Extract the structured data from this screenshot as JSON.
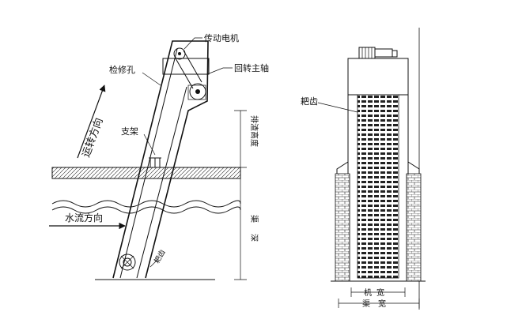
{
  "labels": {
    "drive_motor": "传动电机",
    "main_shaft": "回转主轴",
    "inspection_hole": "检修孔",
    "rotation_direction": "运转方向",
    "bracket": "支架",
    "water_flow_direction": "水流方向",
    "rake_teeth": "耙齿",
    "discharge_height": "排渣高度",
    "channel_depth": "渠深",
    "machine_width": "机宽",
    "channel_width": "渠宽"
  }
}
